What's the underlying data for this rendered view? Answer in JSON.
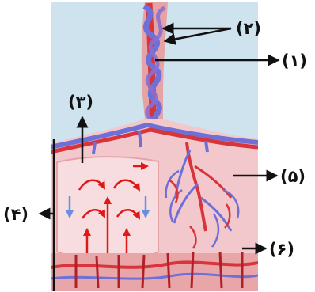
{
  "colors": {
    "background": "#ffffff",
    "amniotic_fluid": "#cfe3ee",
    "placenta_tissue": "#f3c8cc",
    "maternal_blood_space": "#f8dde0",
    "vein_blue": "#6f6fd8",
    "artery_red": "#d8343a",
    "uterine_wall": "#e9a6a8",
    "flow_arrow_red": "#e01818",
    "flow_arrow_blue": "#6a8fe0",
    "label_ink": "#111111"
  },
  "labels": {
    "label_1": "(۱)",
    "label_2": "(۲)",
    "label_3": "(۳)",
    "label_4": "(۴)",
    "label_5": "(۵)",
    "label_6": "(۶)"
  }
}
